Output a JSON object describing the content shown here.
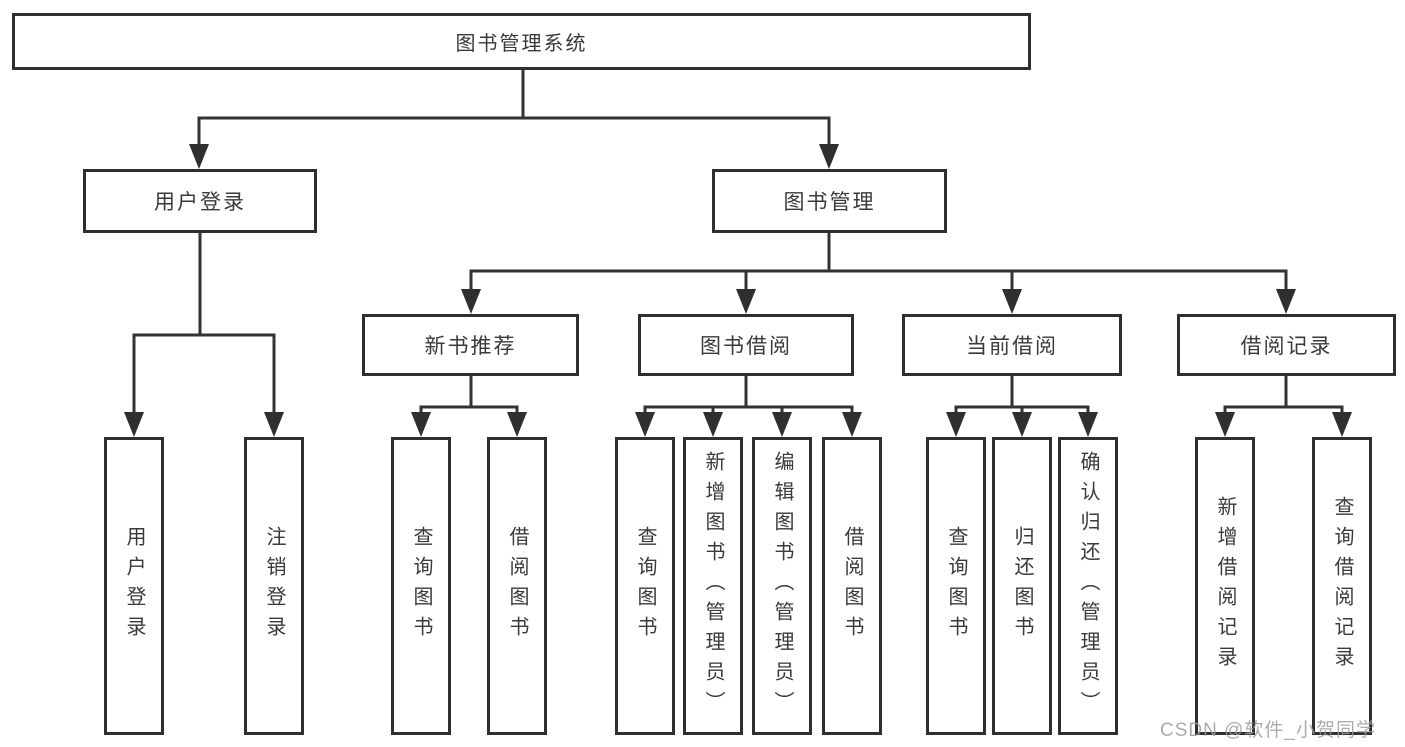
{
  "watermark": "CSDN @软件_小贺同学",
  "colors": {
    "line": "#333333",
    "box_border": "#2f2f2f",
    "text": "#3a3a3a",
    "background": "#ffffff",
    "watermark": "#9e9e9e"
  },
  "tree": {
    "label": "图书管理系统",
    "children": [
      {
        "label": "用户登录",
        "children": [
          {
            "label": "用户登录"
          },
          {
            "label": "注销登录"
          }
        ]
      },
      {
        "label": "图书管理",
        "children": [
          {
            "label": "新书推荐",
            "children": [
              {
                "label": "查询图书"
              },
              {
                "label": "借阅图书"
              }
            ]
          },
          {
            "label": "图书借阅",
            "children": [
              {
                "label": "查询图书"
              },
              {
                "label": "新增图书（管理员）"
              },
              {
                "label": "编辑图书（管理员）"
              },
              {
                "label": "借阅图书"
              }
            ]
          },
          {
            "label": "当前借阅",
            "children": [
              {
                "label": "查询图书"
              },
              {
                "label": "归还图书"
              },
              {
                "label": "确认归还（管理员）"
              }
            ]
          },
          {
            "label": "借阅记录",
            "children": [
              {
                "label": "新增借阅记录"
              },
              {
                "label": "查询借阅记录"
              }
            ]
          }
        ]
      }
    ]
  }
}
